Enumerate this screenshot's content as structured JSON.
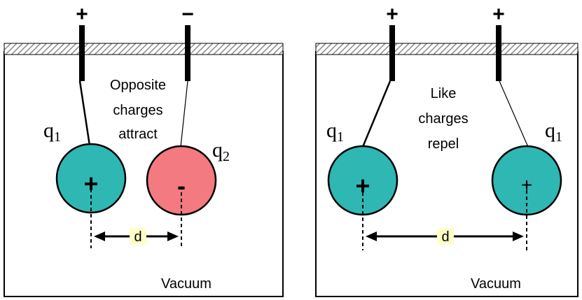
{
  "colors": {
    "teal": "#2fb7b3",
    "pink": "#f27a80",
    "label_bg": "#ffffc8",
    "hatch": "#b0b0b0",
    "ink": "#000000"
  },
  "left_panel": {
    "terminal_left": "+",
    "terminal_right": "−",
    "caption_lines": [
      "Opposite",
      "charges",
      "attract"
    ],
    "q_left": "q",
    "q_left_sub": "1",
    "q_right": "q",
    "q_right_sub": "2",
    "sphere_left_sign": "+",
    "sphere_right_sign": "-",
    "distance_label": "d",
    "medium": "Vacuum"
  },
  "right_panel": {
    "terminal_left": "+",
    "terminal_right": "+",
    "caption_lines": [
      "Like",
      "charges",
      "repel"
    ],
    "q_left": "q",
    "q_left_sub": "1",
    "q_right": "q",
    "q_right_sub": "1",
    "sphere_left_sign": "+",
    "sphere_right_sign": "+",
    "distance_label": "d",
    "medium": "Vacuum"
  }
}
